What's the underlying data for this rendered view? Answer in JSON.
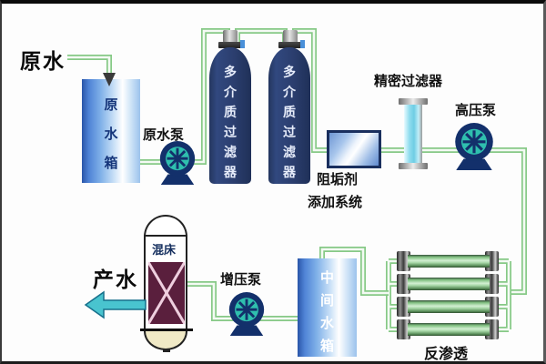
{
  "labels": {
    "raw_water": "原水",
    "raw_water_tank": "原水箱",
    "raw_water_pump": "原水泵",
    "media_filter": "多介质过滤器",
    "antiscalant_line1": "阻垢剂",
    "antiscalant_line2": "添加系统",
    "precision_filter": "精密过滤器",
    "high_pressure_pump": "高压泵",
    "reverse_osmosis": "反渗透",
    "intermediate_tank": "中间水箱",
    "booster_pump": "增压泵",
    "mixed_bed": "混床",
    "product_water": "产水"
  },
  "colors": {
    "pipe_green": "#86c986",
    "pump_body_navy": "#13306b",
    "pump_impeller_teal": "#2fbfae",
    "filter_tank_navy": "#2b3e6e",
    "precision_filter_cyan": "#7fd4e8",
    "mixed_bed_resin_maroon": "#5a1f3d",
    "product_arrow_teal": "#49c4cf"
  }
}
